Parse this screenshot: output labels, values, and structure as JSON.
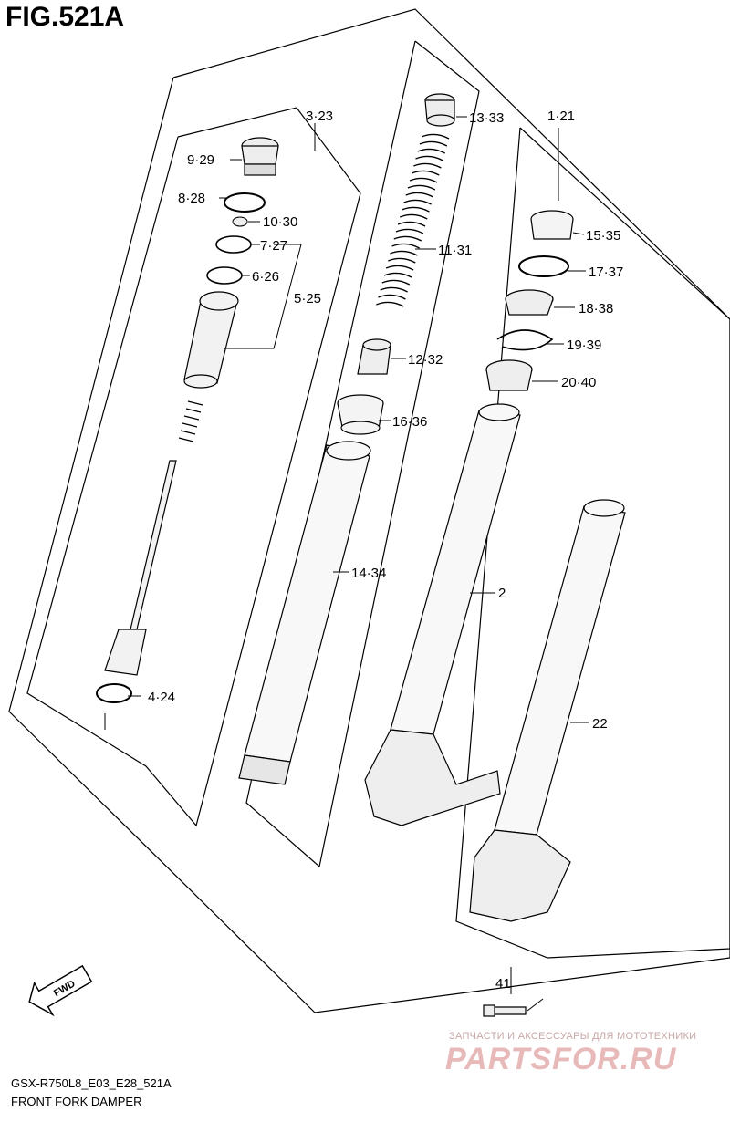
{
  "figure": {
    "title": "FIG.521A",
    "model_code": "GSX-R750L8_E03_E28_521A",
    "name": "FRONT FORK DAMPER"
  },
  "direction_badge": "FWD",
  "callouts": {
    "c3_23": "3·23",
    "c9_29": "9·29",
    "c8_28": "8·28",
    "c10_30": "10·30",
    "c7_27": "7·27",
    "c6_26": "6·26",
    "c5_25": "5·25",
    "c4_24": "4·24",
    "c13_33": "13·33",
    "c11_31": "11·31",
    "c12_32": "12·32",
    "c16_36": "16·36",
    "c14_34": "14·34",
    "c1_21": "1·21",
    "c15_35": "15·35",
    "c17_37": "17·37",
    "c18_38": "18·38",
    "c19_39": "19·39",
    "c20_40": "20·40",
    "c2": "2",
    "c22": "22",
    "c41": "41"
  },
  "watermark": {
    "tagline": "ЗАПЧАСТИ И АКСЕССУАРЫ ДЛЯ МОТОТЕХНИКИ",
    "logo": "PARTSFOR.RU",
    "color": "#e8b9b9"
  }
}
